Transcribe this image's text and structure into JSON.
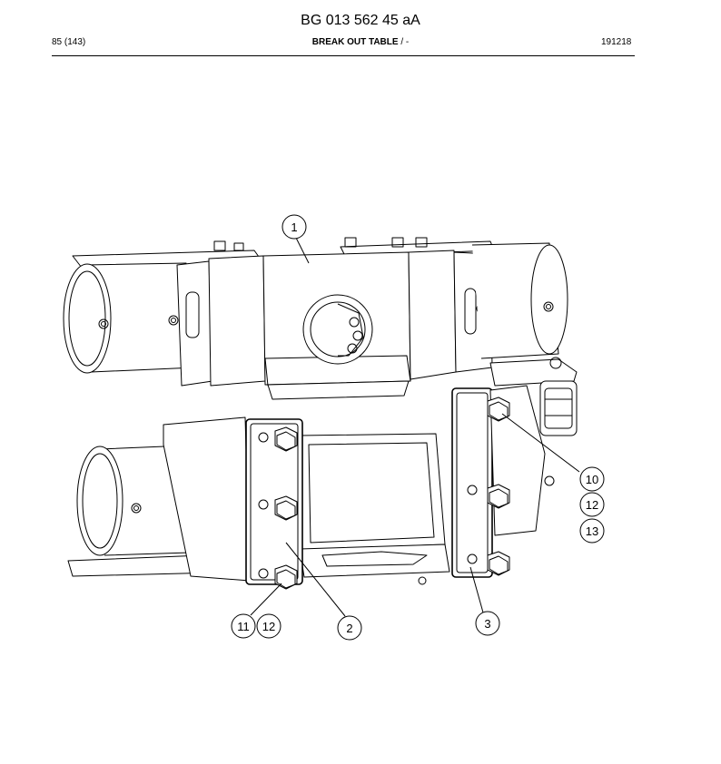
{
  "header": {
    "doc_number": "BG 013 562 45 aA",
    "page": "85 (143)",
    "section_title": "BREAK OUT TABLE",
    "section_suffix": " / -",
    "date_code": "191218"
  },
  "callouts": [
    {
      "id": "c1",
      "label": "1"
    },
    {
      "id": "c2",
      "label": "2"
    },
    {
      "id": "c3",
      "label": "3"
    },
    {
      "id": "c10",
      "label": "10"
    },
    {
      "id": "c12a",
      "label": "12"
    },
    {
      "id": "c13",
      "label": "13"
    },
    {
      "id": "c11",
      "label": "11"
    },
    {
      "id": "c12b",
      "label": "12"
    }
  ]
}
